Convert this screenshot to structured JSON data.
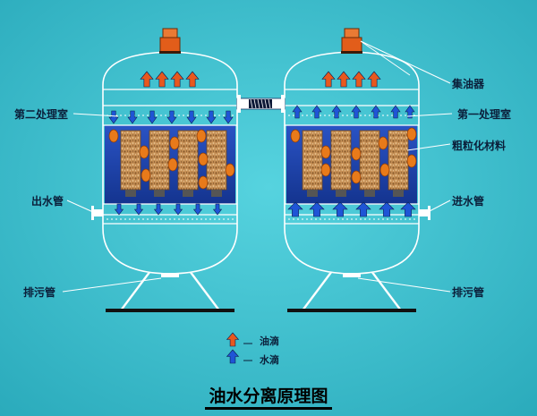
{
  "labels": {
    "second_chamber": "第二处理室",
    "outlet_pipe": "出水管",
    "drain_left": "排污管",
    "oil_collector": "集油器",
    "first_chamber": "第一处理室",
    "coarse_material": "粗粒化材料",
    "inlet_pipe": "进水管",
    "drain_right": "排污管"
  },
  "legend": {
    "oil_drop": "油滴",
    "water_drop": "水滴"
  },
  "title": "油水分离原理图",
  "colors": {
    "background": "#3cc0cf",
    "vessel_line": "#ffffff",
    "chamber_fill": "#1a3fa8",
    "oil_arrow": "#e8581e",
    "water_arrow": "#1f55d6",
    "oil_drop": "#e87a1a",
    "filter_column": "#c7935a"
  }
}
